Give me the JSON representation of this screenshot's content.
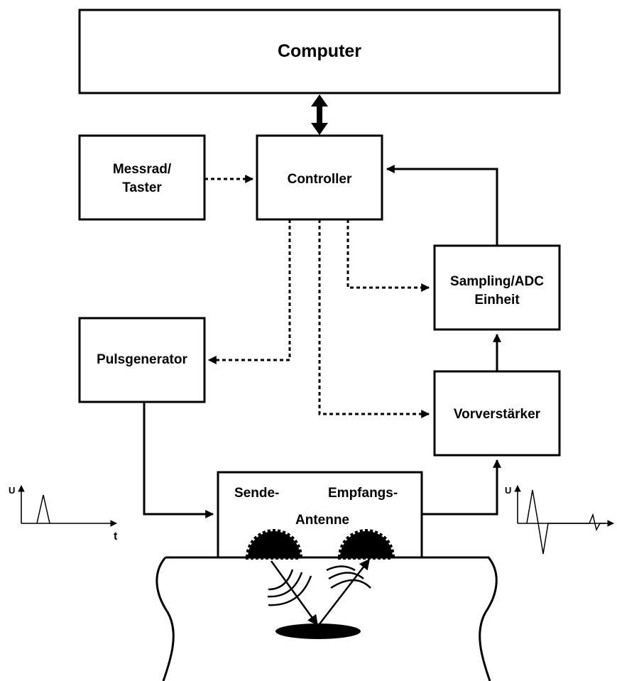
{
  "blocks": {
    "computer": "Computer",
    "controller": "Controller",
    "messrad_line1": "Messrad/",
    "messrad_line2": "Taster",
    "sampling_line1": "Sampling/ADC",
    "sampling_line2": "Einheit",
    "pulsgenerator": "Pulsgenerator",
    "vorverstaerker": "Vorverstärker"
  },
  "antenna": {
    "sende": "Sende-",
    "empfangs": "Empfangs-",
    "antenne": "Antenne"
  },
  "left_plot": {
    "y_axis": "U",
    "x_axis": "t"
  },
  "right_plot": {
    "y_axis": "U"
  },
  "colors": {
    "line": "#000000",
    "background": "#ffffff"
  }
}
